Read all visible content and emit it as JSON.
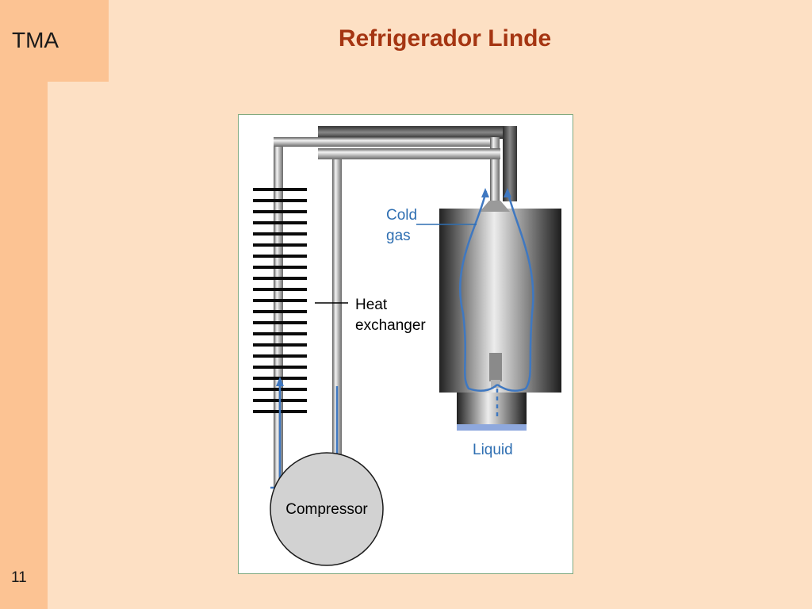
{
  "slide": {
    "brand": "TMA",
    "title": "Refrigerador Linde",
    "page_number": "11"
  },
  "diagram": {
    "labels": {
      "cold_gas_line1": "Cold",
      "cold_gas_line2": "gas",
      "heat_line1": "Heat",
      "heat_line2": "exchanger",
      "liquid": "Liquid",
      "compressor": "Compressor"
    },
    "colors": {
      "flow": "#3f78c1",
      "label_blue": "#2f6fb2",
      "liquid_fill": "#8ea8dd",
      "compressor_fill": "#d2d2d2"
    }
  }
}
